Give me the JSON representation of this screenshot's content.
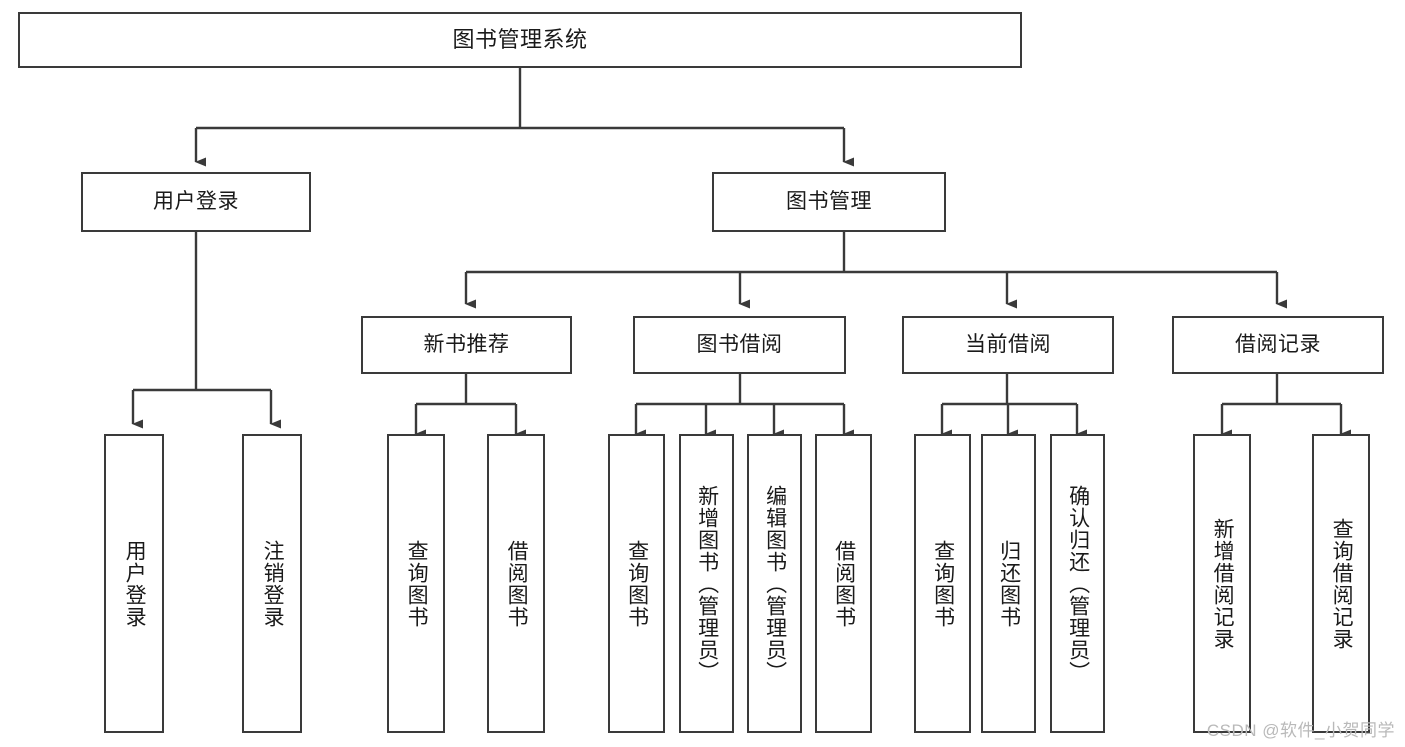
{
  "diagram": {
    "kind": "hierarchy-tree",
    "title": "图书管理系统",
    "watermark": "CSDN @软件_小贺同学",
    "colors": {
      "background": "#ffffff",
      "stroke": "#3a3a3a",
      "text": "#1a1a1a",
      "watermark": "#b9b9b9"
    },
    "nodes": {
      "root": {
        "label": "图书管理系统",
        "level": 0,
        "orientation": "horizontal"
      },
      "user_login": {
        "label": "用户登录",
        "level": 1,
        "orientation": "horizontal"
      },
      "book_manage": {
        "label": "图书管理",
        "level": 1,
        "orientation": "horizontal"
      },
      "new_book_rec": {
        "label": "新书推荐",
        "level": 2,
        "orientation": "horizontal"
      },
      "book_borrow": {
        "label": "图书借阅",
        "level": 2,
        "orientation": "horizontal"
      },
      "current_borrow": {
        "label": "当前借阅",
        "level": 2,
        "orientation": "horizontal"
      },
      "borrow_record": {
        "label": "借阅记录",
        "level": 2,
        "orientation": "horizontal"
      },
      "leaf_user_login": {
        "label": "用户登录",
        "level": 3,
        "orientation": "vertical"
      },
      "leaf_logout": {
        "label": "注销登录",
        "level": 3,
        "orientation": "vertical"
      },
      "leaf_query_book_1": {
        "label": "查询图书",
        "level": 3,
        "orientation": "vertical"
      },
      "leaf_borrow_book_1": {
        "label": "借阅图书",
        "level": 3,
        "orientation": "vertical"
      },
      "leaf_query_book_2": {
        "label": "查询图书",
        "level": 3,
        "orientation": "vertical"
      },
      "leaf_add_book": {
        "label": "新增图书（管理员）",
        "level": 3,
        "orientation": "vertical"
      },
      "leaf_edit_book": {
        "label": "编辑图书（管理员）",
        "level": 3,
        "orientation": "vertical"
      },
      "leaf_borrow_book_2": {
        "label": "借阅图书",
        "level": 3,
        "orientation": "vertical"
      },
      "leaf_query_book_3": {
        "label": "查询图书",
        "level": 3,
        "orientation": "vertical"
      },
      "leaf_return_book": {
        "label": "归还图书",
        "level": 3,
        "orientation": "vertical"
      },
      "leaf_confirm_return": {
        "label": "确认归还（管理员）",
        "level": 3,
        "orientation": "vertical"
      },
      "leaf_add_record": {
        "label": "新增借阅记录",
        "level": 3,
        "orientation": "vertical"
      },
      "leaf_query_record": {
        "label": "查询借阅记录",
        "level": 3,
        "orientation": "vertical"
      }
    },
    "edges": [
      {
        "from": "root",
        "to": "user_login"
      },
      {
        "from": "root",
        "to": "book_manage"
      },
      {
        "from": "user_login",
        "to": "leaf_user_login"
      },
      {
        "from": "user_login",
        "to": "leaf_logout"
      },
      {
        "from": "book_manage",
        "to": "new_book_rec"
      },
      {
        "from": "book_manage",
        "to": "book_borrow"
      },
      {
        "from": "book_manage",
        "to": "current_borrow"
      },
      {
        "from": "book_manage",
        "to": "borrow_record"
      },
      {
        "from": "new_book_rec",
        "to": "leaf_query_book_1"
      },
      {
        "from": "new_book_rec",
        "to": "leaf_borrow_book_1"
      },
      {
        "from": "book_borrow",
        "to": "leaf_query_book_2"
      },
      {
        "from": "book_borrow",
        "to": "leaf_add_book"
      },
      {
        "from": "book_borrow",
        "to": "leaf_edit_book"
      },
      {
        "from": "book_borrow",
        "to": "leaf_borrow_book_2"
      },
      {
        "from": "current_borrow",
        "to": "leaf_query_book_3"
      },
      {
        "from": "current_borrow",
        "to": "leaf_return_book"
      },
      {
        "from": "current_borrow",
        "to": "leaf_confirm_return"
      },
      {
        "from": "borrow_record",
        "to": "leaf_add_record"
      },
      {
        "from": "borrow_record",
        "to": "leaf_query_record"
      }
    ]
  }
}
